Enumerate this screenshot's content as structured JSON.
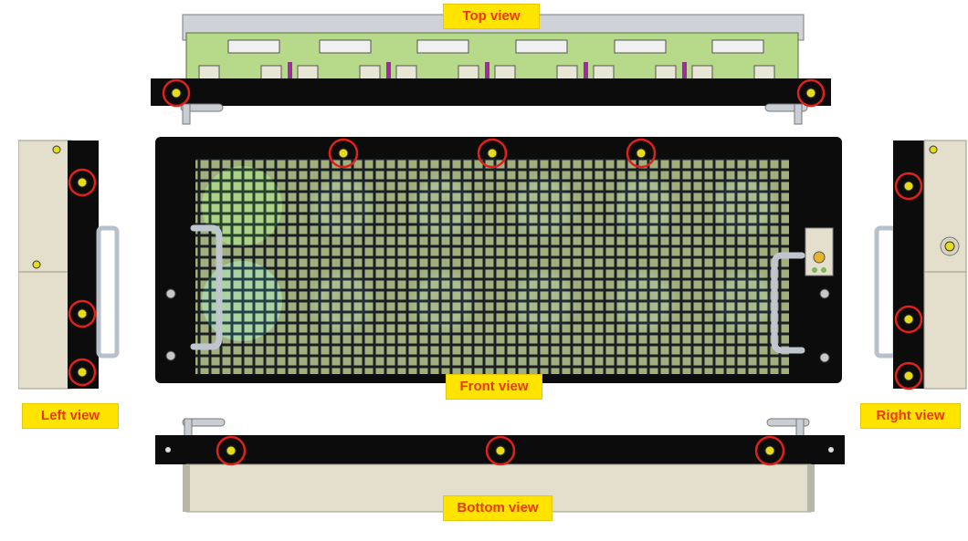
{
  "labels": {
    "top": "Top view",
    "front": "Front view",
    "left": "Left view",
    "right": "Right view",
    "bottom": "Bottom view"
  },
  "colors": {
    "label_bg": "#ffe400",
    "label_text": "#e8390e",
    "marker_circle": "#e0201a",
    "screw": "#e5dc1c",
    "panel": "#0c0c0c",
    "mesh": "#d6e6a0",
    "module_green": "#b6d98a",
    "divider": "#a02aa0"
  }
}
